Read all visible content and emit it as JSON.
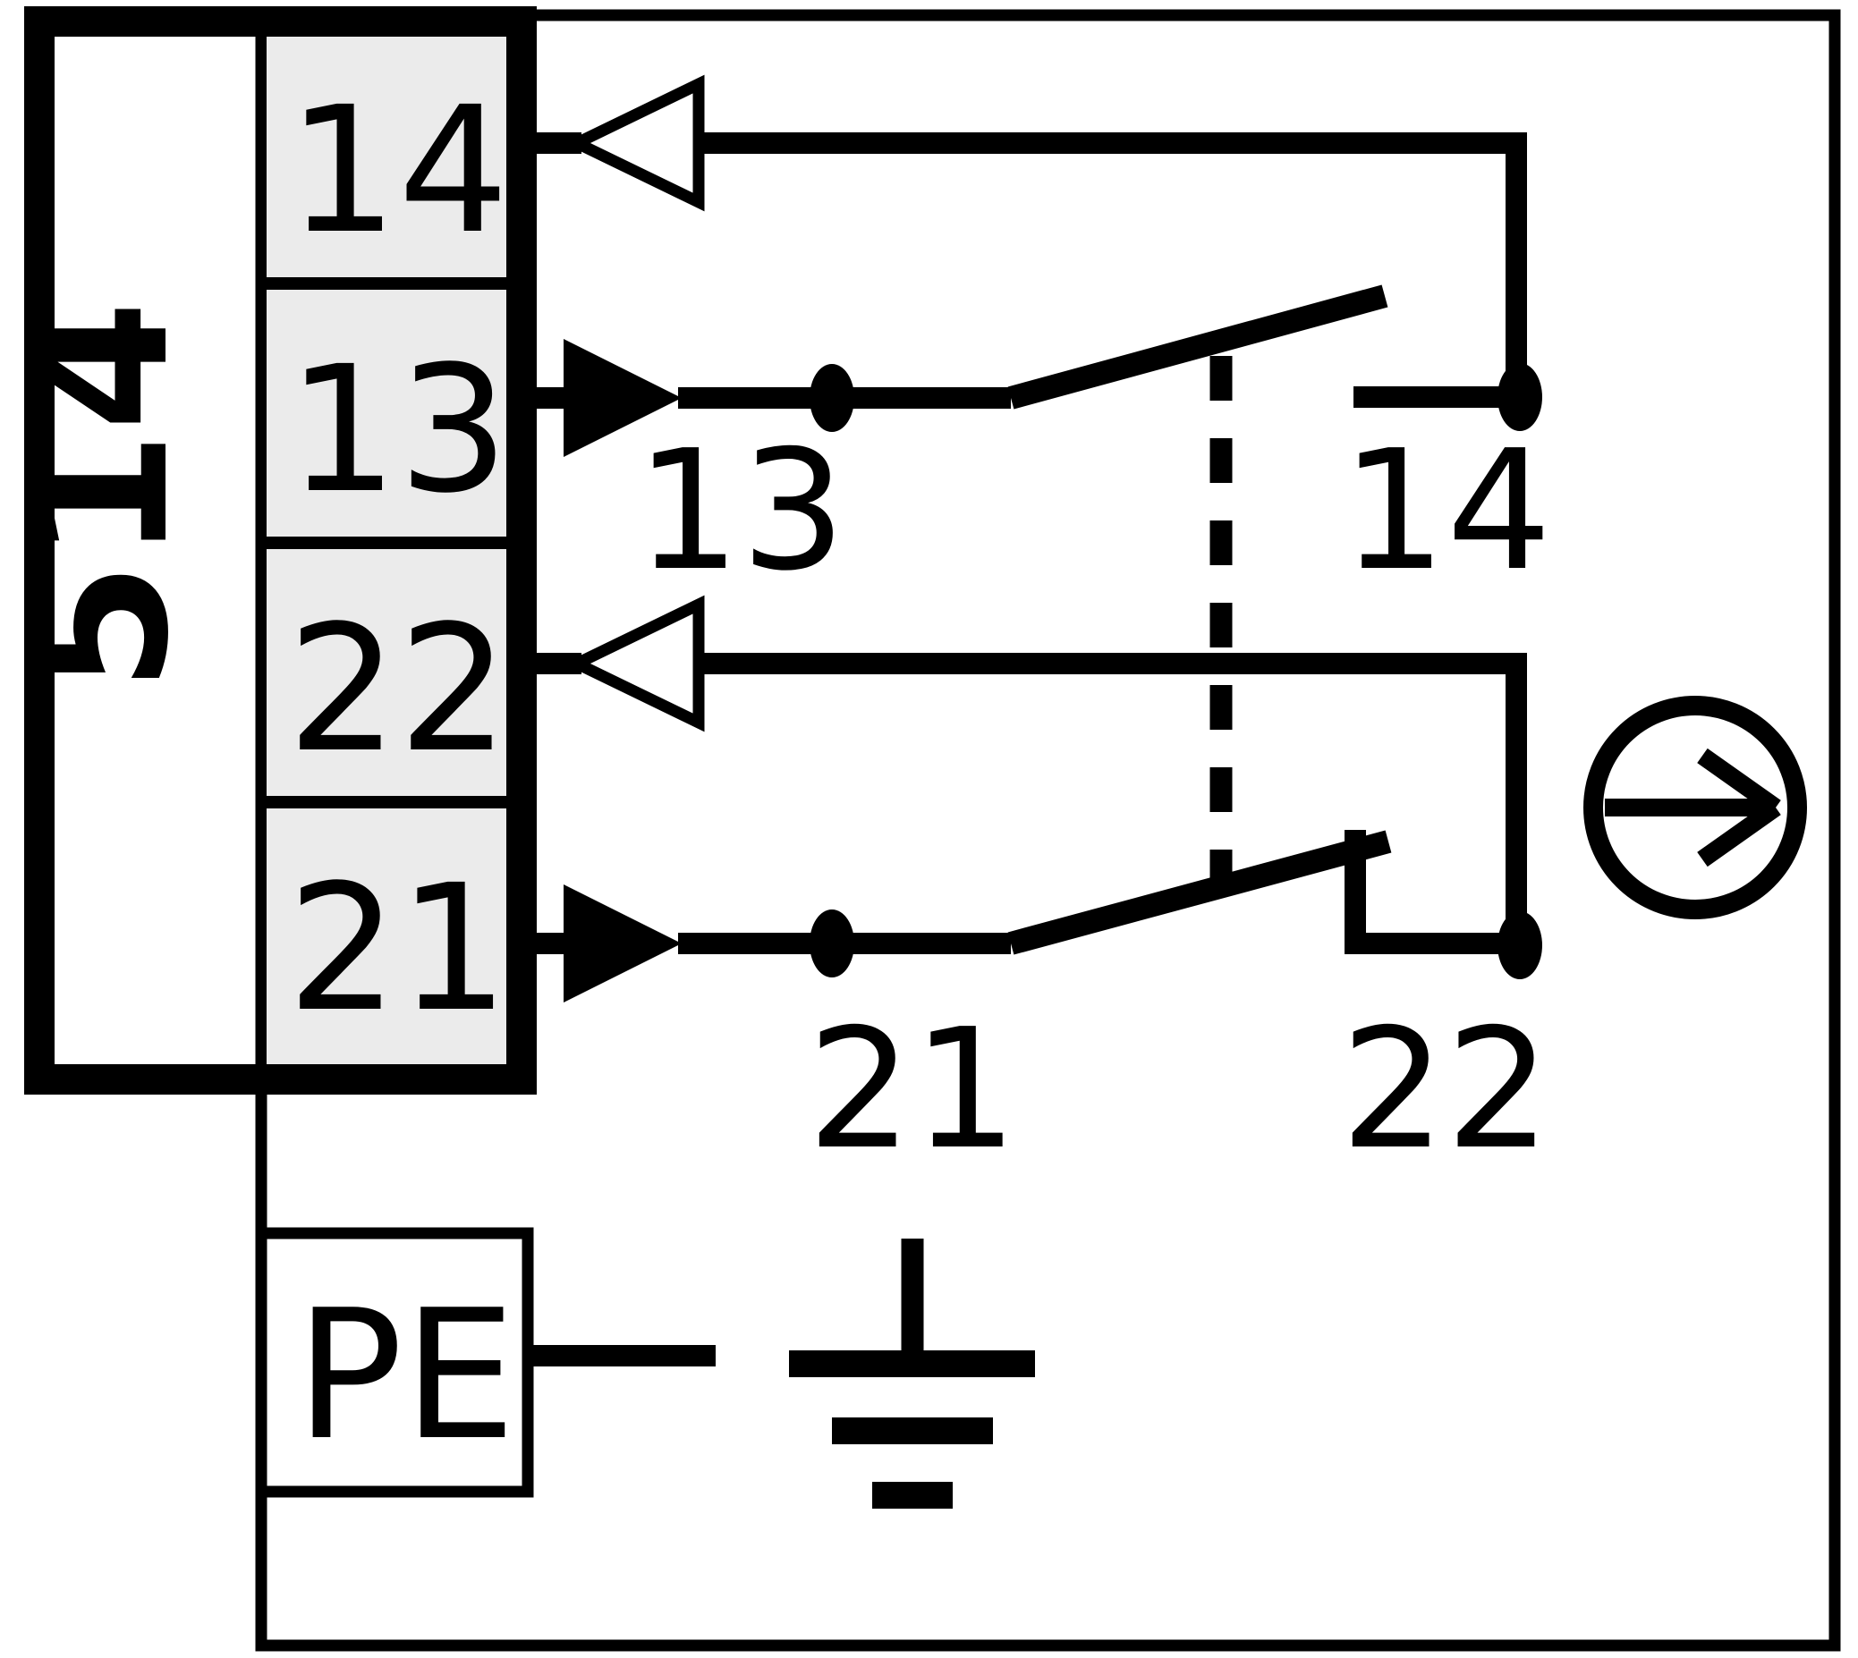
{
  "diagram": {
    "title": "position-switch-wiring-diagram",
    "device_label": "514",
    "terminal_block": {
      "terminals": [
        {
          "id": "14"
        },
        {
          "id": "13"
        },
        {
          "id": "22"
        },
        {
          "id": "21"
        }
      ]
    },
    "pe_terminal": {
      "label": "PE"
    },
    "contacts": [
      {
        "type": "NO",
        "left_label": "13",
        "right_label": "14"
      },
      {
        "type": "NC",
        "left_label": "21",
        "right_label": "22"
      }
    ],
    "colors": {
      "line": "#000000",
      "terminal_fill": "#ebebeb",
      "background": "#ffffff"
    }
  }
}
